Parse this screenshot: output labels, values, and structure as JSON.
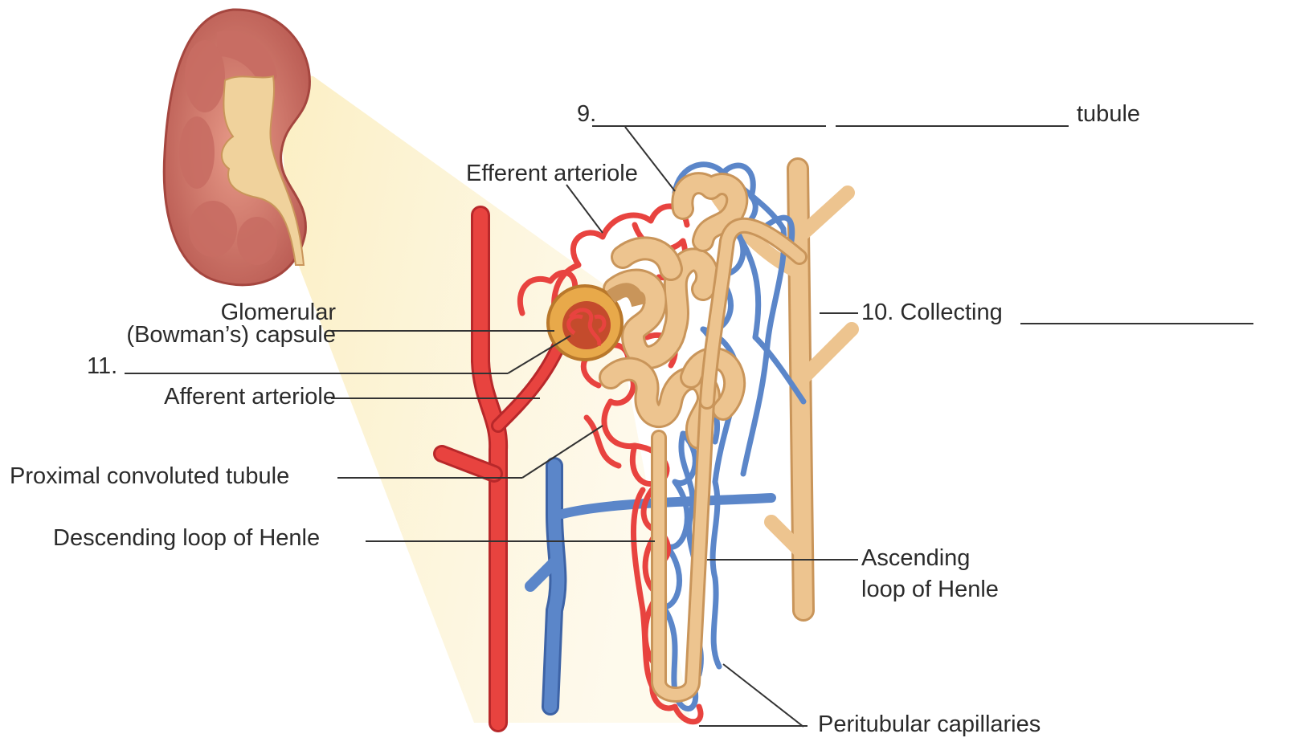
{
  "labels": {
    "q9_number": "9.",
    "q9_suffix": "tubule",
    "efferent_arteriole": "Efferent arteriole",
    "glomerular_capsule_line1": "Glomerular",
    "glomerular_capsule_line2": "(Bowman’s) capsule",
    "q10": "10. Collecting",
    "q11_number": "11.",
    "afferent_arteriole": "Afferent arteriole",
    "proximal_convoluted_tubule": "Proximal convoluted tubule",
    "descending_loop": "Descending loop of Henle",
    "ascending_loop_line1": "Ascending",
    "ascending_loop_line2": "loop of Henle",
    "peritubular_capillaries": "Peritubular capillaries"
  },
  "colors": {
    "artery": "#e8433f",
    "artery_dark": "#b8282a",
    "vein": "#5b86c9",
    "vein_dark": "#3d63a6",
    "tubule": "#edc48f",
    "tubule_dark": "#c9955a",
    "kidney_outer": "#d0726a",
    "kidney_inner": "#f0c7b4",
    "pelvis": "#f0d29c",
    "zoom_cone": "#fbefc8",
    "leader": "#333333"
  }
}
